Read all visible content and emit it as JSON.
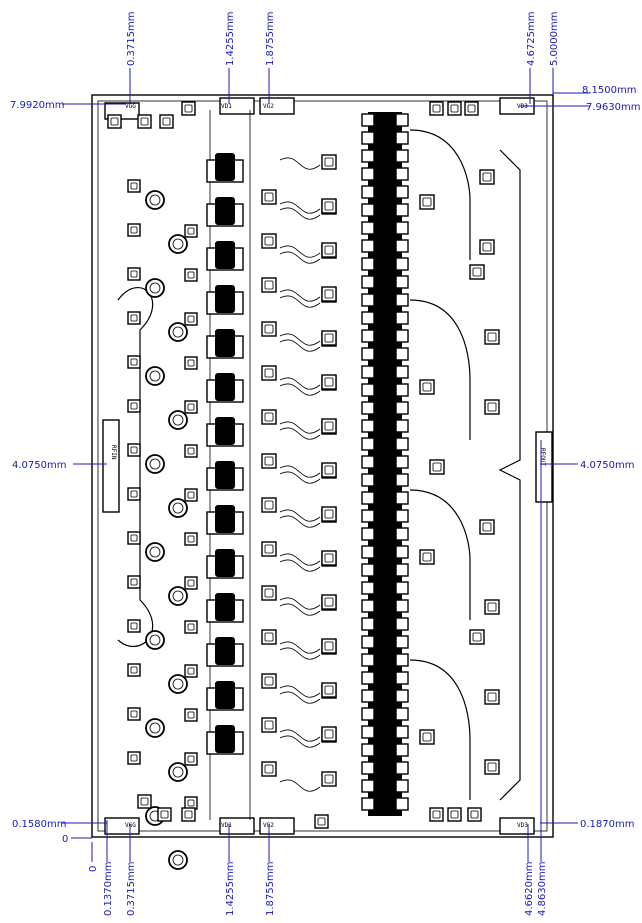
{
  "dimensions": {
    "left": [
      {
        "id": "l1",
        "label": "7.9920mm"
      },
      {
        "id": "l2",
        "label": "4.0750mm"
      },
      {
        "id": "l3",
        "label": "0.1580mm"
      },
      {
        "id": "l4",
        "label": "0"
      }
    ],
    "right": [
      {
        "id": "r1",
        "label": "8.1500mm"
      },
      {
        "id": "r2",
        "label": "7.9630mm"
      },
      {
        "id": "r3",
        "label": "4.0750mm"
      },
      {
        "id": "r4",
        "label": "0.1870mm"
      }
    ],
    "top": [
      {
        "id": "t1",
        "label": "0.3715mm"
      },
      {
        "id": "t2",
        "label": "1.4255mm"
      },
      {
        "id": "t3",
        "label": "1.8755mm"
      },
      {
        "id": "t4",
        "label": "4.6725mm"
      },
      {
        "id": "t5",
        "label": "5.0000mm"
      }
    ],
    "bottom": [
      {
        "id": "b1",
        "label": "0"
      },
      {
        "id": "b2",
        "label": "0.1370mm"
      },
      {
        "id": "b3",
        "label": "0.3715mm"
      },
      {
        "id": "b4",
        "label": "1.4255mm"
      },
      {
        "id": "b5",
        "label": "1.8755mm"
      },
      {
        "id": "b6",
        "label": "4.6620mm"
      },
      {
        "id": "b7",
        "label": "4.8630mm"
      }
    ]
  },
  "pads": {
    "vgg_top": "VGG",
    "vd1_top": "VD1",
    "vg2_top": "VG2",
    "vd3_top": "VD3",
    "rfin": "RFIN",
    "rfout": "RFOUT",
    "vgg_bottom": "VGG",
    "vd1_bottom": "VD1",
    "vg2_bottom": "VG2",
    "vd3_bottom": "VD3"
  },
  "colors": {
    "dimension": "#1a1ab4",
    "outline": "#000000"
  }
}
